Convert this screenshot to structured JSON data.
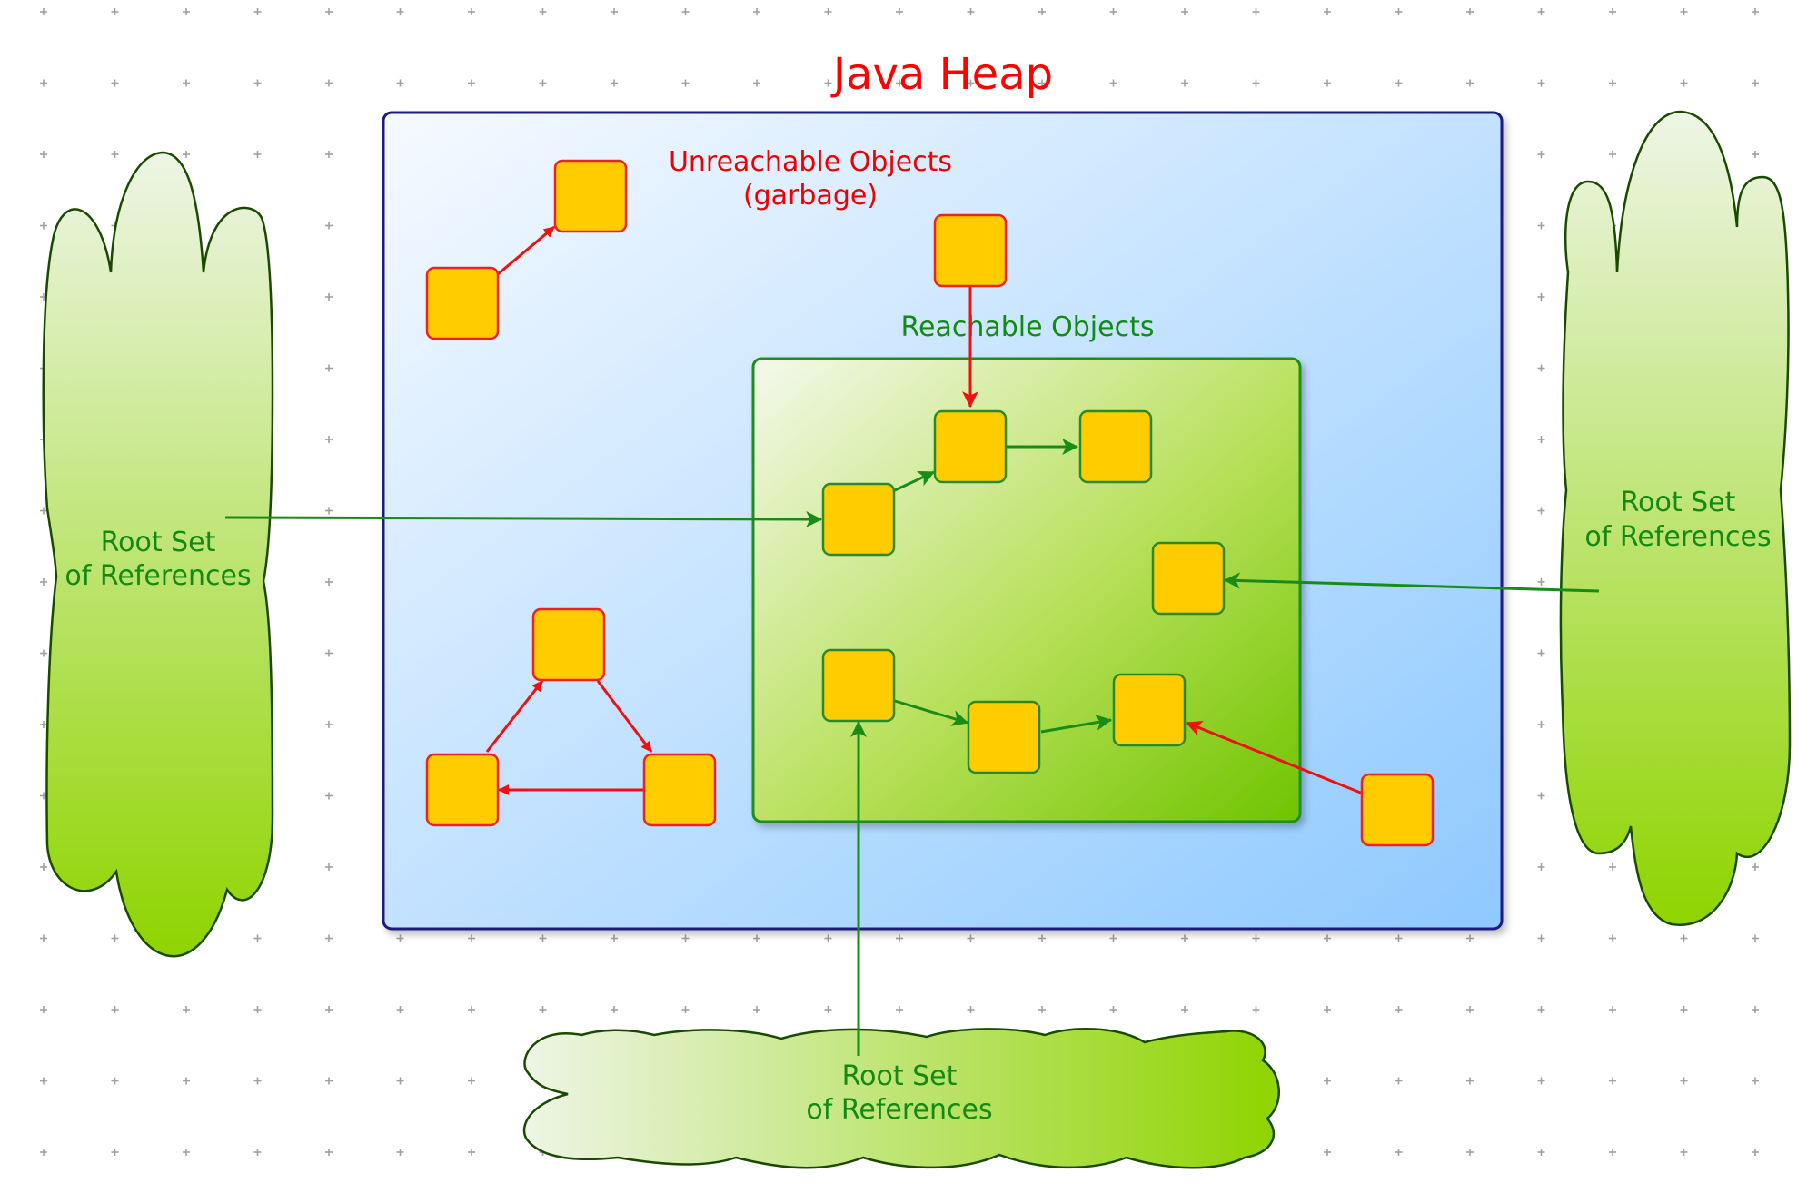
{
  "title": "Java Heap",
  "unreachable_label_line1": "Unreachable Objects",
  "unreachable_label_line2": "(garbage)",
  "reachable_label": "Reachable Objects",
  "root_left": {
    "line1": "Root Set",
    "line2": "of References"
  },
  "root_right": {
    "line1": "Root Set",
    "line2": "of References"
  },
  "root_bottom": {
    "line1": "Root Set",
    "line2": "of References"
  },
  "colors": {
    "title": "#ff0000",
    "unreachable_label": "#ee0000",
    "reachable_label": "#138a13",
    "heap_border": "#1a1a80",
    "heap_fill_start": "#f6faff",
    "heap_fill_end": "#8ec9ff",
    "reachable_border": "#1f8f1f",
    "reachable_fill_start": "#f4f9ec",
    "reachable_fill_end": "#7ccc00",
    "object_fill": "#ffcc00",
    "object_border_unreachable": "#ee2222",
    "object_border_reachable": "#2a8a2a",
    "arrow_red": "#ee1111",
    "arrow_green": "#178c17",
    "cloud_fill_start": "#eef5e6",
    "cloud_fill_end": "#8fd400",
    "cloud_border": "#1a4a00",
    "cloud_text": "#138a13",
    "grid_dot": "#9a9a9a"
  }
}
